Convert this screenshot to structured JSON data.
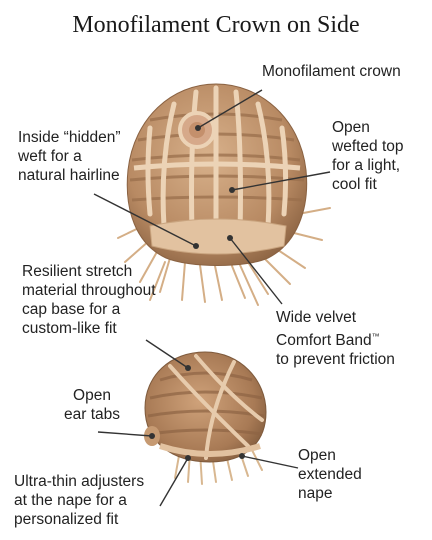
{
  "title": "Monofilament Crown on Side",
  "labels": {
    "monofilament_crown": [
      "Monofilament crown"
    ],
    "hidden_weft": [
      "Inside “hidden”",
      "weft for a",
      "natural hairline"
    ],
    "open_wefted_top": [
      "Open",
      "wefted top",
      "for a light,",
      "cool fit"
    ],
    "stretch_material": [
      "Resilient stretch",
      "material throughout",
      "cap base for a",
      "custom-like fit"
    ],
    "comfort_band": [
      "Wide velvet",
      "Comfort Band",
      "to prevent friction"
    ],
    "comfort_band_mark": "™",
    "ear_tabs": [
      "Open",
      "ear tabs"
    ],
    "adjusters": [
      "Ultra-thin adjusters",
      "at the nape for a",
      "personalized fit"
    ],
    "extended_nape": [
      "Open",
      "extended",
      "nape"
    ]
  },
  "colors": {
    "cap_base": "#c9a07a",
    "cap_dark": "#9c7452",
    "band": "#e6c7a6",
    "hair": "#d9b48c",
    "pointer": "#333333"
  }
}
